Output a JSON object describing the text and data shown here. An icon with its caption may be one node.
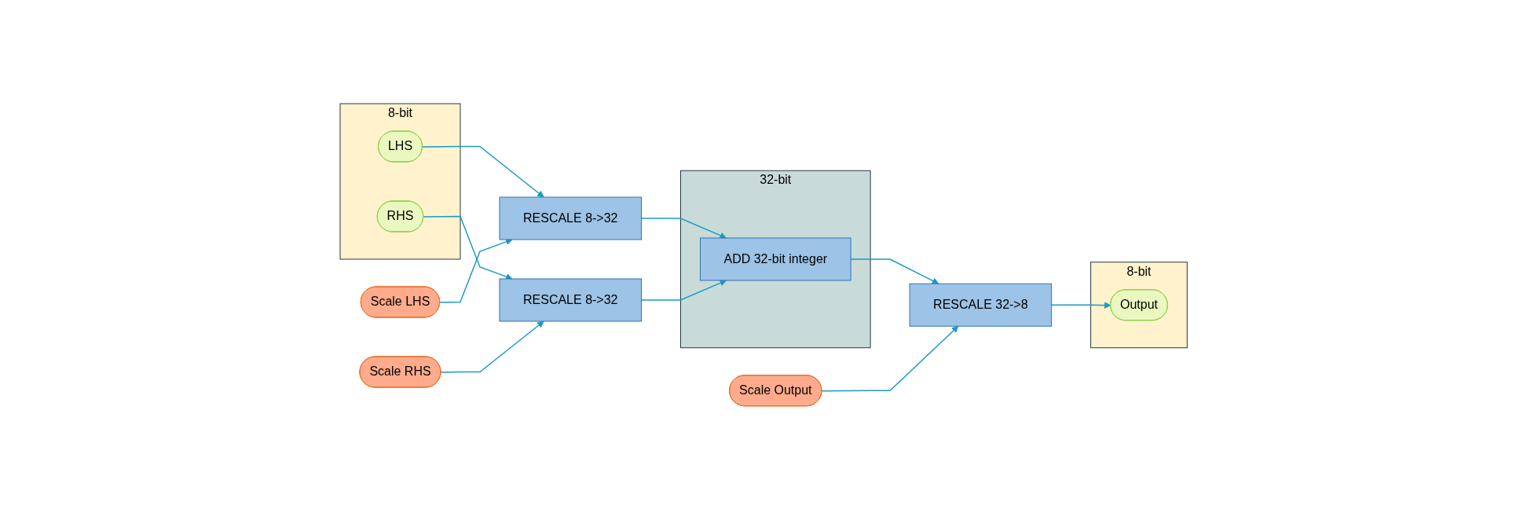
{
  "diagram": {
    "nodes": [
      {
        "text": [
          "Scale LHS"
        ]
      },
      {
        "text": [
          "Scale Output"
        ]
      },
      {
        "text": [
          "8-bit"
        ]
      },
      {
        "text": [
          "LHS"
        ],
        "in": 2
      },
      {
        "text": [
          "RHS"
        ],
        "in": 2
      },
      {
        "text": [
          "RESCALE 8->32"
        ]
      },
      {
        "text": [
          "RESCALE 8->32"
        ]
      },
      {
        "text": [
          "32-bit"
        ]
      },
      {
        "text": [
          "ADD 32-bit integer"
        ],
        "in": 7
      },
      {
        "text": [
          "RESCALE 32->8"
        ]
      },
      {
        "text": [
          "8-bit"
        ]
      },
      {
        "text": [
          "Output"
        ],
        "in": 10
      },
      {
        "text": [
          "Scale RHS"
        ]
      }
    ],
    "edges": [
      {
        "from": 3,
        "to": 5,
        "arrow": "to"
      },
      {
        "from": 4,
        "to": 6,
        "arrow": "to"
      },
      {
        "from": 0,
        "to": 5,
        "arrow": "to"
      },
      {
        "from": 12,
        "to": 6,
        "arrow": "to"
      },
      {
        "from": 5,
        "to": 8,
        "arrow": "to"
      },
      {
        "from": 6,
        "to": 8,
        "arrow": "to"
      },
      {
        "from": 8,
        "to": 9,
        "arrow": "to"
      },
      {
        "from": 1,
        "to": 9,
        "arrow": "to"
      },
      {
        "from": 9,
        "to": 11,
        "arrow": "to"
      }
    ]
  }
}
